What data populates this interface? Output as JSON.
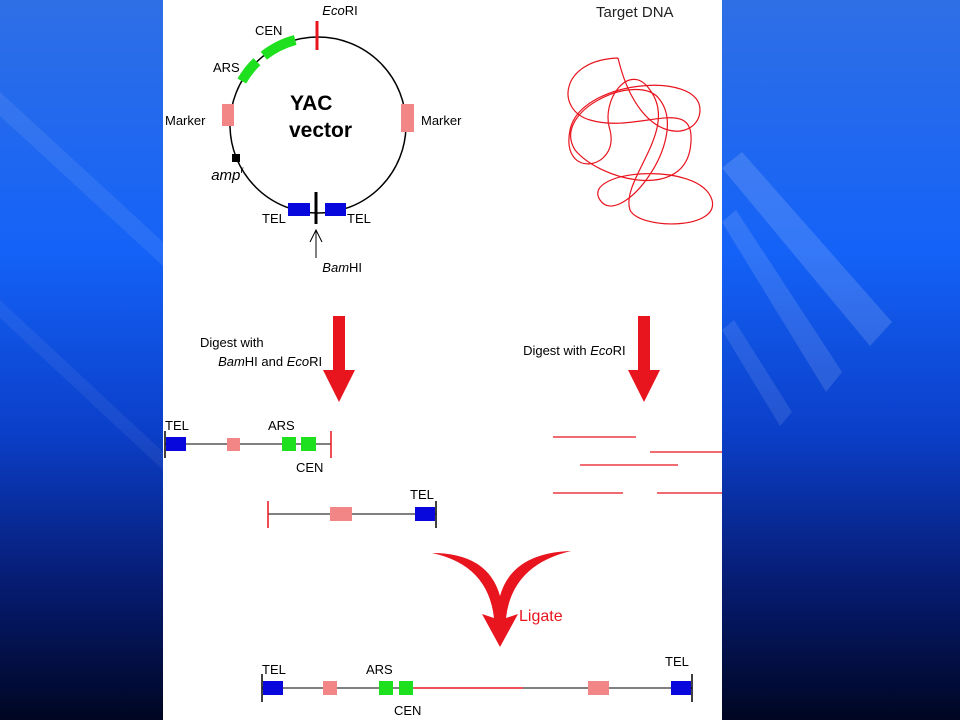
{
  "colors": {
    "red": "#e8141e",
    "green": "#1fe01f",
    "blue": "#0808dc",
    "pink": "#f28585",
    "black": "#000000",
    "panel": "#ffffff"
  },
  "vector": {
    "ecori": {
      "italic": "Eco",
      "roman": "RI"
    },
    "cen_label": "CEN",
    "ars_label": "ARS",
    "marker_left": "Marker",
    "marker_right": "Marker",
    "title_line1": "YAC",
    "title_line2": "vector",
    "amp": {
      "italic": "amp",
      "superscript": "r"
    },
    "tel_left": "TEL",
    "tel_right": "TEL",
    "bamhi": {
      "italic": "Bam",
      "roman": "HI"
    }
  },
  "target": {
    "label": "Target DNA"
  },
  "digest_vector": {
    "line1": "Digest with",
    "enzyme1_italic": "Bam",
    "enzyme1_roman": "HI and ",
    "enzyme2_italic": "Eco",
    "enzyme2_roman": "RI"
  },
  "digest_target": {
    "prefix": "Digest with ",
    "enzyme_italic": "Eco",
    "enzyme_roman": "RI"
  },
  "left_arm": {
    "tel": "TEL",
    "ars": "ARS",
    "cen": "CEN"
  },
  "right_arm": {
    "tel": "TEL"
  },
  "ligation": {
    "label": "Ligate"
  },
  "recombinant": {
    "tel_left": "TEL",
    "ars": "ARS",
    "cen": "CEN",
    "tel_right": "TEL"
  }
}
